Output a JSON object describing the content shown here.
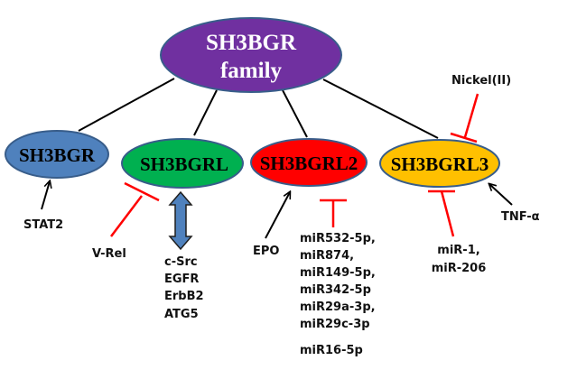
{
  "diagram": {
    "root": {
      "line1": "SH3BGR",
      "line2": "family",
      "fill": "#7030a0",
      "text_color": "#ffffff"
    },
    "members": [
      {
        "id": "sh3bgr",
        "label": "SH3BGR",
        "fill": "#4f81bd"
      },
      {
        "id": "sh3bgrl",
        "label": "SH3BGRL",
        "fill": "#00b050"
      },
      {
        "id": "sh3bgrl2",
        "label": "SH3BGRL2",
        "fill": "#ff0000"
      },
      {
        "id": "sh3bgrl3",
        "label": "SH3BGRL3",
        "fill": "#ffc000"
      }
    ],
    "outline_color": "#385d8a",
    "activation_color": "#000000",
    "inhibition_color": "#ff0000",
    "interaction_color": "#4f81bd",
    "regulators": {
      "stat2": {
        "label": "STAT2",
        "type": "activation",
        "target": "SH3BGR"
      },
      "vrel": {
        "label": "V-Rel",
        "type": "inhibition",
        "target": "SH3BGRL"
      },
      "sh3bgrl_partners": {
        "type": "interaction",
        "target": "SH3BGRL",
        "items": [
          "c-Src",
          "EGFR",
          "ErbB2",
          "ATG5"
        ]
      },
      "epo": {
        "label": "EPO",
        "type": "activation",
        "target": "SH3BGRL2"
      },
      "sh3bgrl2_mirs": {
        "type": "inhibition",
        "target": "SH3BGRL2",
        "items": [
          "miR532-5p,",
          "miR874,",
          "miR149-5p,",
          "miR342-5p",
          "miR29a-3p,",
          "miR29c-3p",
          "miR16-5p"
        ]
      },
      "nickel": {
        "label": "Nickel(II)",
        "type": "inhibition",
        "target": "SH3BGRL3"
      },
      "tnfa": {
        "label": "TNF-α",
        "type": "activation",
        "target": "SH3BGRL3"
      },
      "sh3bgrl3_mirs": {
        "type": "inhibition",
        "target": "SH3BGRL3",
        "items": [
          "miR-1,",
          "miR-206"
        ]
      }
    }
  }
}
